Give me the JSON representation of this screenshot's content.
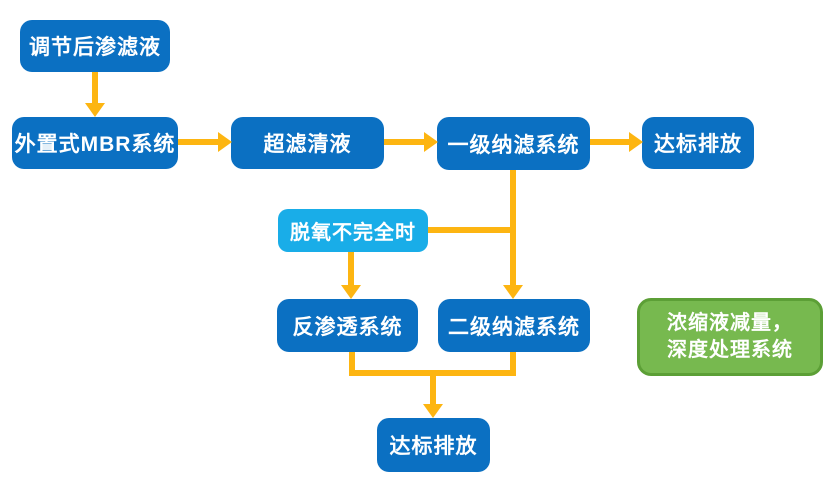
{
  "diagram": {
    "title": "Leachate treatment process flowchart",
    "nodes": {
      "adjusted_leachate": {
        "label": "调节后渗滤液"
      },
      "mbr_system": {
        "label": "外置式MBR系统"
      },
      "uf_clear_liquid": {
        "label": "超滤清液"
      },
      "nf_stage1": {
        "label": "一级纳滤系统"
      },
      "discharge_top": {
        "label": "达标排放"
      },
      "deoxygen_incomplete": {
        "label": "脱氧不完全时"
      },
      "reverse_osmosis": {
        "label": "反渗透系统"
      },
      "nf_stage2": {
        "label": "二级纳滤系统"
      },
      "concentrate_note": {
        "label_line1": "浓缩液减量，",
        "label_line2": "深度处理系统"
      },
      "discharge_bottom": {
        "label": "达标排放"
      }
    },
    "edges": [
      "调节后渗滤液 → 外置式MBR系统",
      "外置式MBR系统 → 超滤清液",
      "超滤清液 → 一级纳滤系统",
      "一级纳滤系统 → 达标排放",
      "一级纳滤系统 → 二级纳滤系统",
      "脱氧不完全时 ─ joins 一级纳滤系统→二级纳滤系统 line",
      "脱氧不完全时 → 反渗透系统",
      "反渗透系统 + 二级纳滤系统 → 达标排放"
    ],
    "colors": {
      "node_blue": "#0b70c2",
      "node_light_blue": "#19ade8",
      "node_green_fill": "#77b94f",
      "node_green_border": "#5c9f36",
      "arrow": "#fdb511",
      "text": "#ffffff",
      "background": "#ffffff"
    }
  }
}
